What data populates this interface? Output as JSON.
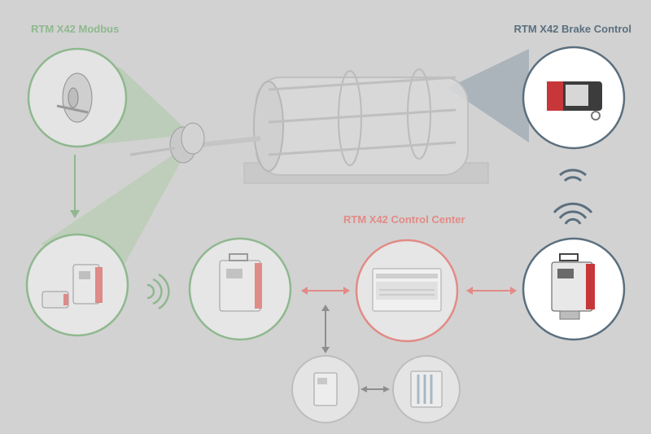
{
  "labels": {
    "modbus": "RTM X42 Modbus",
    "brake_control": "RTM X42 Brake Control",
    "control_center": "RTM X42 Control Center"
  },
  "colors": {
    "background": "#d2d2d2",
    "modbus_green": "#8fb88f",
    "brake_blue": "#5b6f7e",
    "control_red": "#e28b86",
    "device_red": "#c7373a",
    "neutral_gray": "#8e8e8e"
  },
  "icons": [
    "coupling-sensor-icon",
    "gearbox-icon",
    "drum-machine-icon",
    "brake-actuator-icon",
    "modbus-device-icon",
    "rtm-unit-icon",
    "monitor-dashboard-icon",
    "rtm-unit-highlighted-icon",
    "din-rail-module-icon",
    "server-rack-icon",
    "wireless-icon"
  ]
}
